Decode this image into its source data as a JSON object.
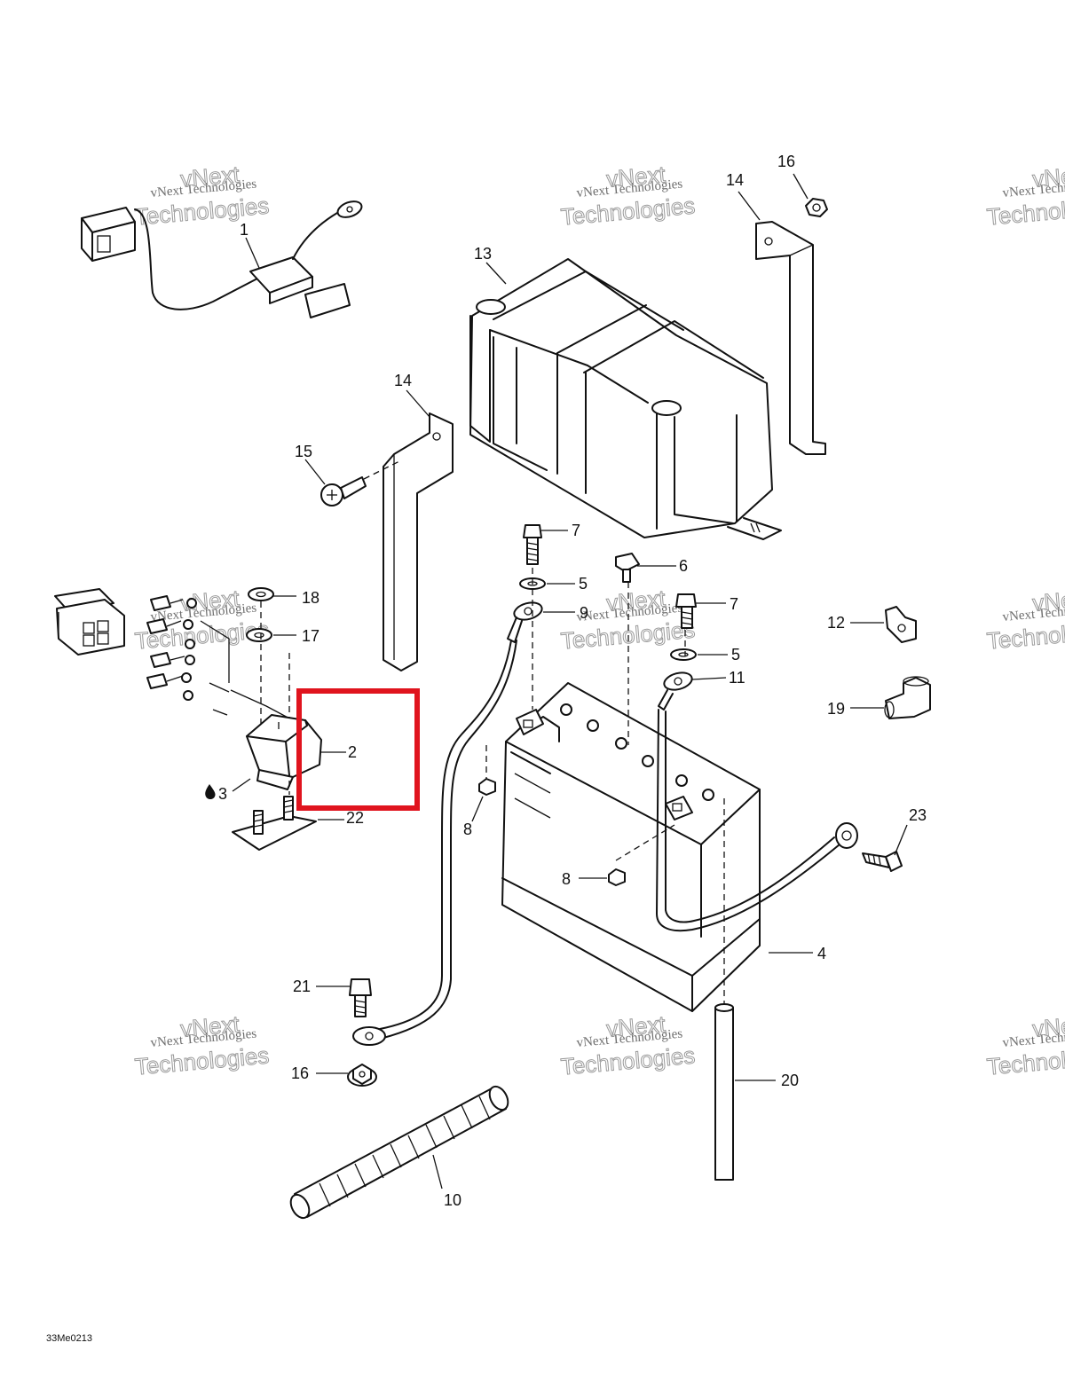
{
  "diagram": {
    "drawing_code": "33Me0213",
    "highlight_color": "#e0141e",
    "highlighted_part": "2",
    "watermark": {
      "line1": "vNext Technologies",
      "line2": "vNext",
      "line3": "Technologies"
    },
    "callouts": {
      "c1": "1",
      "c2": "2",
      "c3": "3",
      "c4": "4",
      "c5a": "5",
      "c5b": "5",
      "c6": "6",
      "c7a": "7",
      "c7b": "7",
      "c8a": "8",
      "c8b": "8",
      "c9": "9",
      "c10": "10",
      "c11": "11",
      "c12": "12",
      "c13": "13",
      "c14a": "14",
      "c14b": "14",
      "c15": "15",
      "c16a": "16",
      "c16b": "16",
      "c17": "17",
      "c18": "18",
      "c19": "19",
      "c20": "20",
      "c21": "21",
      "c22": "22",
      "c23": "23"
    }
  }
}
